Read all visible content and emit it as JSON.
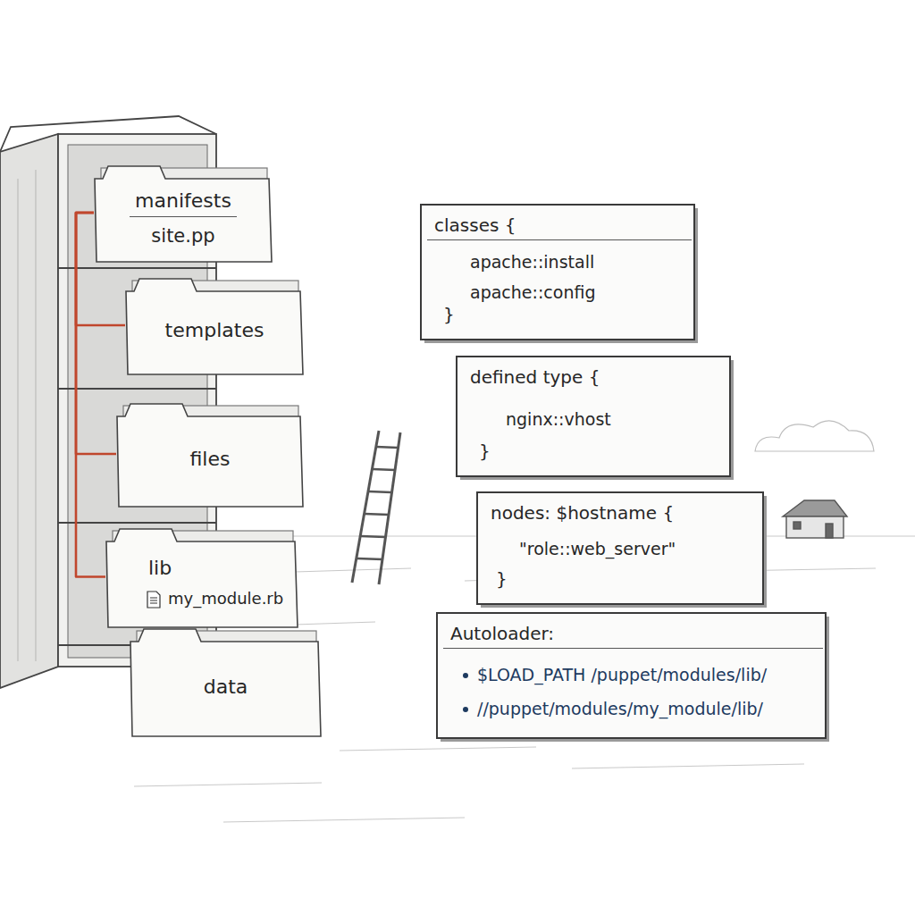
{
  "diagram": {
    "nodes": [
      {
        "text": [
          "manifests",
          "site.pp"
        ]
      },
      {
        "text": [
          "templates"
        ]
      },
      {
        "text": [
          "files"
        ]
      },
      {
        "text": [
          "lib",
          "my_module.rb"
        ]
      },
      {
        "text": [
          "data"
        ]
      },
      {
        "text": [
          "classes {",
          "apache::install",
          "apache::config",
          "}"
        ]
      },
      {
        "text": [
          "defined type {",
          "nginx::vhost",
          "}"
        ]
      },
      {
        "text": [
          "nodes: $hostname {",
          "\"role::web_server\"",
          "}"
        ]
      },
      {
        "text": [
          "Autoloader:",
          "$LOAD_PATH /puppet/modules/lib/",
          "//puppet/modules/my_module/lib/"
        ]
      }
    ],
    "edges": [
      {
        "from": 0,
        "to": 1,
        "arrow": "none"
      },
      {
        "from": 0,
        "to": 2,
        "arrow": "none"
      },
      {
        "from": 0,
        "to": 3,
        "arrow": "none"
      }
    ]
  }
}
